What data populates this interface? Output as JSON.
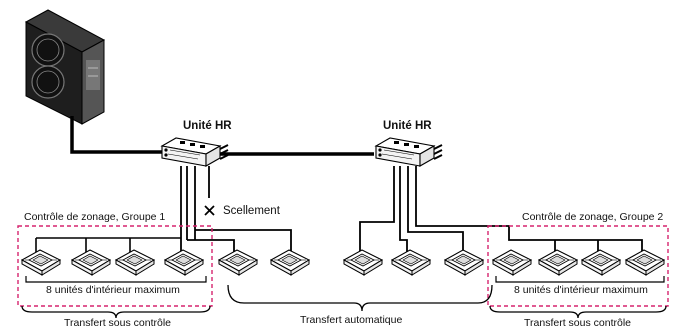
{
  "labels": {
    "hr_unit_left": "Unité HR",
    "hr_unit_right": "Unité HR",
    "sealing": "Scellement",
    "zone_group_1": "Contrôle de zonage, Groupe 1",
    "zone_group_2": "Contrôle de zonage, Groupe 2",
    "max_units_left": "8 unités d'intérieur maximum",
    "max_units_right": "8 unités d'intérieur maximum",
    "transfer_controlled_left": "Transfert sous contrôle",
    "transfer_auto": "Transfert automatique",
    "transfer_controlled_right": "Transfert sous contrôle"
  },
  "colors": {
    "line": "#000000",
    "zone_border": "#d6246e",
    "unit_fill": "#ffffff",
    "outdoor_fill": "#1a1a1a"
  },
  "icons": {
    "sealing_mark": "x-mark-icon",
    "outdoor_unit": "outdoor-unit-icon",
    "hr_unit": "hr-unit-icon",
    "cassette_unit": "cassette-unit-icon"
  }
}
